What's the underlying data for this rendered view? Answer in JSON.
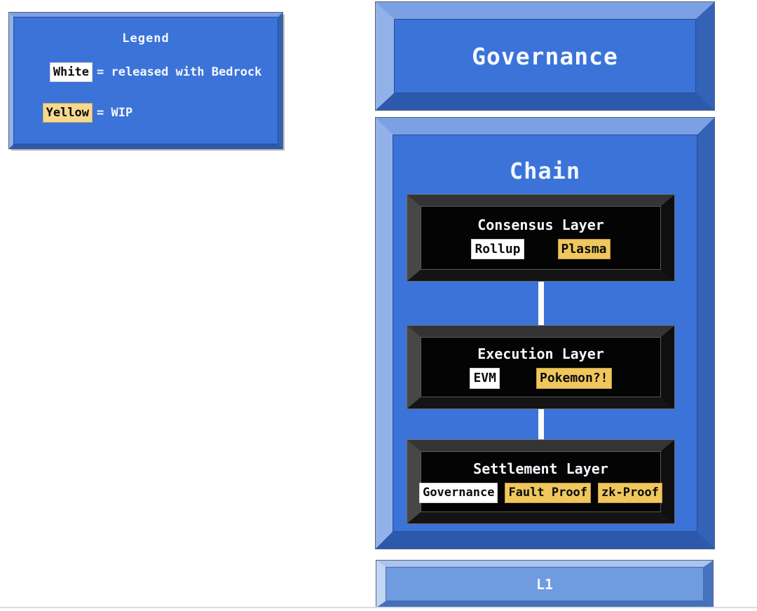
{
  "colors": {
    "panel_blue": "#3B73D9",
    "panel_bevel_light": "#93B1E9",
    "panel_bevel_dark": "#2C59AC",
    "l1_blue": "#6F9BE1",
    "layer_black": "#040404",
    "chip_white": "#FFFFFF",
    "chip_yellow": "#EFC75C",
    "legend_chip_yellow": "#F6D98E",
    "text_light": "#F5F8FF",
    "text_dark": "#0B0B0B"
  },
  "legend": {
    "title": "Legend",
    "items": [
      {
        "chip": "White",
        "chip_color": "white",
        "label": "= released with Bedrock"
      },
      {
        "chip": "Yellow",
        "chip_color": "yellow",
        "label": "= WIP"
      }
    ]
  },
  "governance": {
    "title": "Governance"
  },
  "chain": {
    "title": "Chain",
    "layers": [
      {
        "title": "Consensus Layer",
        "chips": [
          {
            "label": "Rollup",
            "status": "released"
          },
          {
            "label": "Plasma",
            "status": "wip"
          }
        ]
      },
      {
        "title": "Execution Layer",
        "chips": [
          {
            "label": "EVM",
            "status": "released"
          },
          {
            "label": "Pokemon?!",
            "status": "wip"
          }
        ]
      },
      {
        "title": "Settlement Layer",
        "chips": [
          {
            "label": "Governance",
            "status": "released"
          },
          {
            "label": "Fault Proof",
            "status": "wip"
          },
          {
            "label": "zk-Proof",
            "status": "wip"
          }
        ]
      }
    ]
  },
  "l1": {
    "title": "L1"
  }
}
